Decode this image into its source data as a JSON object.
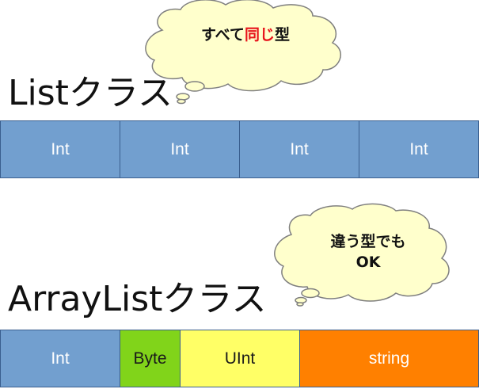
{
  "list_section": {
    "title": "Listクラス",
    "cells": [
      "Int",
      "Int",
      "Int",
      "Int"
    ],
    "callout": {
      "before": "すべて",
      "highlight": "同じ",
      "after": "型"
    }
  },
  "arraylist_section": {
    "title": "ArrayListクラス",
    "cells": [
      "Int",
      "Byte",
      "UInt",
      "string"
    ],
    "callout": {
      "line1": "違う型でも",
      "line2": "OK"
    }
  },
  "colors": {
    "cloud_fill": "#ffffcc",
    "cloud_stroke": "#7f7f7f",
    "int_cell": "#729fcf",
    "byte_cell": "#81d41a",
    "uint_cell": "#ffff66",
    "string_cell": "#ff8000",
    "highlight_text": "#e8141b"
  }
}
